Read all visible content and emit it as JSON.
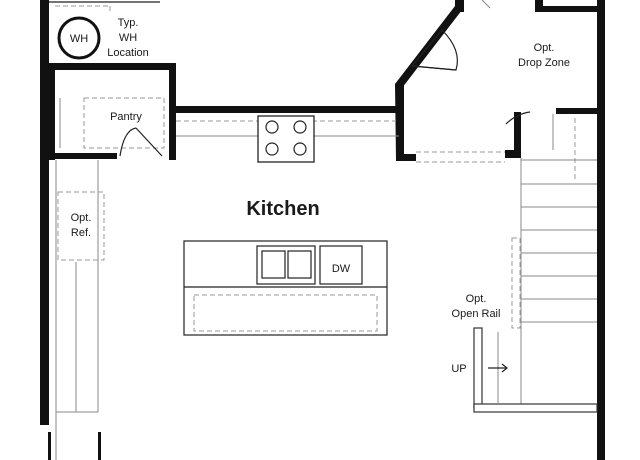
{
  "plan": {
    "room_title": "Kitchen",
    "labels": {
      "water_heater_circle": "WH",
      "water_heater_note": [
        "Typ.",
        "WH",
        "Location"
      ],
      "pantry": "Pantry",
      "drop_zone": [
        "Opt.",
        "Drop Zone"
      ],
      "refrigerator": [
        "Opt.",
        "Ref."
      ],
      "dishwasher": "DW",
      "open_rail": [
        "Opt.",
        "Open Rail"
      ],
      "stairs_up": "UP"
    }
  }
}
